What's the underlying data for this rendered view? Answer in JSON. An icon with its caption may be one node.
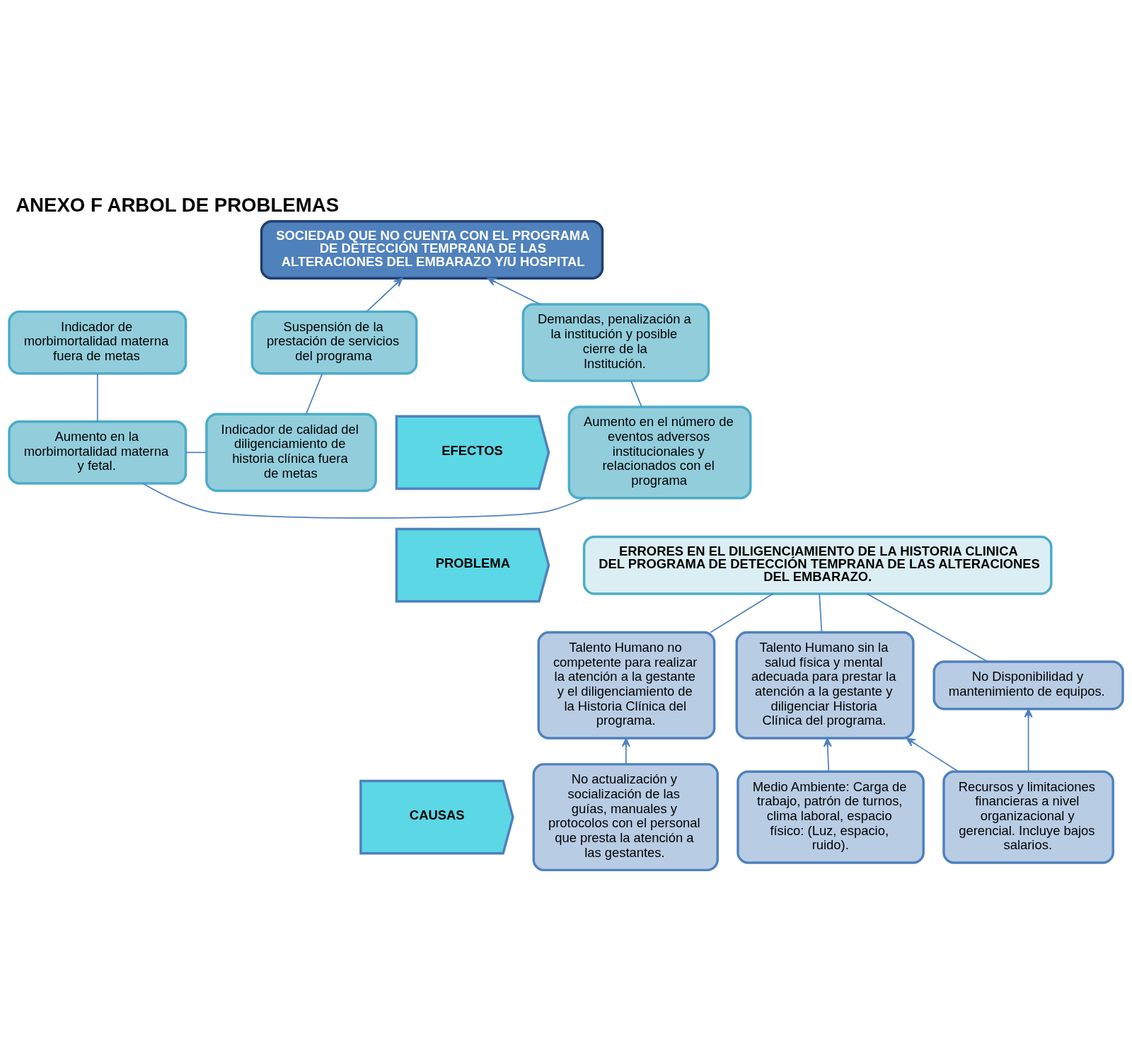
{
  "diagram": {
    "title": "ANEXO F ARBOL DE PROBLEMAS",
    "nodes": [
      {
        "text": [
          "SOCIEDAD QUE NO CUENTA CON EL PROGRAMA DE DETECCIÓN TEMPRANA DE LAS ALTERACIONES DEL EMBARAZO Y/U HOSPITAL"
        ]
      },
      {
        "text": [
          "Demandas, penalización a la institución y posible cierre de la Institución."
        ]
      },
      {
        "text": [
          "Indicador de morbimortalidad materna fuera de metas"
        ]
      },
      {
        "text": [
          "Suspensión de la prestación de servicios del programa"
        ]
      },
      {
        "text": [
          "Aumento en el número de eventos adversos institucionales y relacionados con el programa"
        ]
      },
      {
        "text": [
          "Aumento en la morbimortalidad materna y fetal."
        ]
      },
      {
        "text": [
          "Indicador de calidad del diligenciamiento de historia clínica fuera de metas"
        ]
      },
      {
        "text": [
          "ERRORES EN EL DILIGENCIAMIENTO DE LA HISTORIA CLINICA DEL PROGRAMA DE DETECCIÓN TEMPRANA DE LAS ALTERACIONES DEL EMBARAZO."
        ]
      },
      {
        "text": [
          "Talento Humano no competente para realizar la atención a la gestante  y el diligenciamiento de la Historia Clínica del programa."
        ]
      },
      {
        "text": [
          "Talento Humano sin la salud física y mental adecuada para prestar la atención a la gestante y diligenciar Historia Clínica del programa."
        ]
      },
      {
        "text": [
          "No Disponibilidad y mantenimiento de equipos."
        ]
      },
      {
        "text": [
          "No actualización y socialización de las guías, manuales y protocolos con el personal que presta la atención a las gestantes."
        ]
      },
      {
        "text": [
          "Medio Ambiente: Carga de trabajo, patrón de turnos, clima laboral, espacio físico: (Luz, espacio, ruido)."
        ]
      },
      {
        "text": [
          "Recursos y limitaciones financieras a nivel organizacional y gerencial. Incluye bajos salarios."
        ]
      },
      {
        "text": [
          "EFECTOS"
        ]
      },
      {
        "text": [
          "PROBLEMA"
        ]
      },
      {
        "text": [
          "CAUSAS"
        ]
      }
    ],
    "edges": [
      {
        "from": 11,
        "to": 8,
        "arrow": "to"
      },
      {
        "from": 12,
        "to": 9,
        "arrow": "to"
      },
      {
        "from": 13,
        "to": 9,
        "arrow": "to"
      },
      {
        "from": 13,
        "to": 10,
        "arrow": "to"
      },
      {
        "from": 8,
        "to": 7,
        "arrow": "none"
      },
      {
        "from": 9,
        "to": 7,
        "arrow": "none"
      },
      {
        "from": 10,
        "to": 7,
        "arrow": "none"
      },
      {
        "from": 4,
        "to": 5,
        "arrow": "none"
      },
      {
        "from": 5,
        "to": 6,
        "arrow": "none"
      },
      {
        "from": 4,
        "to": 1,
        "arrow": "none"
      },
      {
        "from": 5,
        "to": 2,
        "arrow": "none"
      },
      {
        "from": 6,
        "to": 3,
        "arrow": "none"
      },
      {
        "from": 1,
        "to": 0,
        "arrow": "to"
      },
      {
        "from": 3,
        "to": 0,
        "arrow": "to"
      }
    ]
  }
}
